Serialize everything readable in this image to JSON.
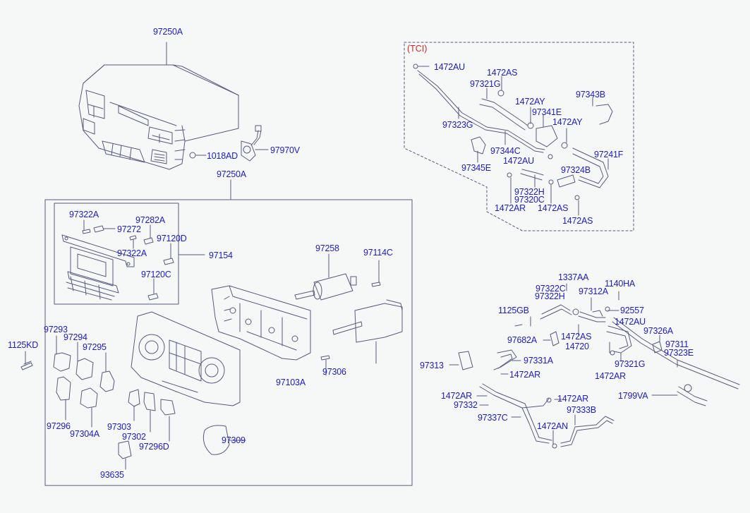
{
  "diagram": {
    "title": "Heater control / hose parts diagram",
    "colors": {
      "label": "#1c1ccc",
      "line": "#5a5a80",
      "variant_tag": "#e02020",
      "background": "#f6f7f7"
    },
    "variant_tag": "(TCI)",
    "labels": {
      "p97250A_top": "97250A",
      "p1018AD": "1018AD",
      "p97970V": "97970V",
      "p97250A_mid": "97250A",
      "p97322A_1": "97322A",
      "p97272": "97272",
      "p97282A": "97282A",
      "p97120D": "97120D",
      "p97322A_2": "97322A",
      "p97154": "97154",
      "p97120C": "97120C",
      "p97258": "97258",
      "p97114C": "97114C",
      "p1125KD": "1125KD",
      "p97293": "97293",
      "p97294": "97294",
      "p97295": "97295",
      "p97296": "97296",
      "p97304A": "97304A",
      "p97303": "97303",
      "p97302": "97302",
      "p97296D": "97296D",
      "p97309": "97309",
      "p93635": "93635",
      "p97103A": "97103A",
      "p97306": "97306",
      "t1472AU_1": "1472AU",
      "t1472AS_1": "1472AS",
      "t97321G": "97321G",
      "t1472AY_1": "1472AY",
      "t97341E": "97341E",
      "t97343B": "97343B",
      "t1472AY_2": "1472AY",
      "t97323G": "97323G",
      "t97344C": "97344C",
      "t97241F": "97241F",
      "t1472AU_2": "1472AU",
      "t97345E": "97345E",
      "t97324B": "97324B",
      "t97322H": "97322H",
      "t97320C": "97320C",
      "t1472AR": "1472AR",
      "t1472AS_2": "1472AS",
      "t1472AS_3": "1472AS",
      "h1337AA": "1337AA",
      "h1140HA": "1140HA",
      "h97322C": "97322C",
      "h97312A": "97312A",
      "h97322H": "97322H",
      "h92557": "92557",
      "h1125GB": "1125GB",
      "h1472AU": "1472AU",
      "h97326A": "97326A",
      "h1472AS": "1472AS",
      "h14720": "14720",
      "h97682A": "97682A",
      "h97311": "97311",
      "h97323E": "97323E",
      "h97321G": "97321G",
      "h97313": "97313",
      "h97331A": "97331A",
      "h1472AR_1": "1472AR",
      "h1472AR_2": "1472AR",
      "h1472AR_3": "1472AR",
      "h1472AR_4": "1472AR",
      "h1799VA": "1799VA",
      "h97332": "97332",
      "h97333B": "97333B",
      "h97337C": "97337C",
      "h1472AN": "1472AN"
    }
  }
}
